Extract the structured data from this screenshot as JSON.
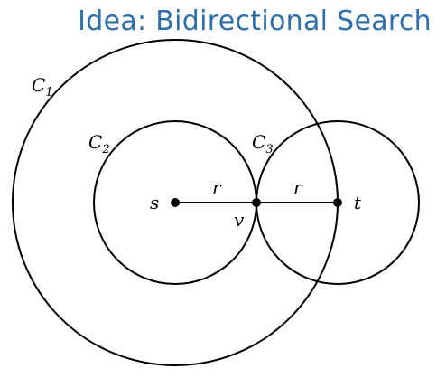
{
  "title": "Idea: Bidirectional Search",
  "colors": {
    "title": "#2f6ea8",
    "stroke": "#000000"
  },
  "circles": [
    {
      "name": "circle-c1",
      "label": "C",
      "subscript": "1"
    },
    {
      "name": "circle-c2",
      "label": "C",
      "subscript": "2"
    },
    {
      "name": "circle-c3",
      "label": "C",
      "subscript": "3"
    }
  ],
  "points": {
    "s": "s",
    "v": "v",
    "t": "t"
  },
  "segments": {
    "sv": "r",
    "vt": "r"
  }
}
